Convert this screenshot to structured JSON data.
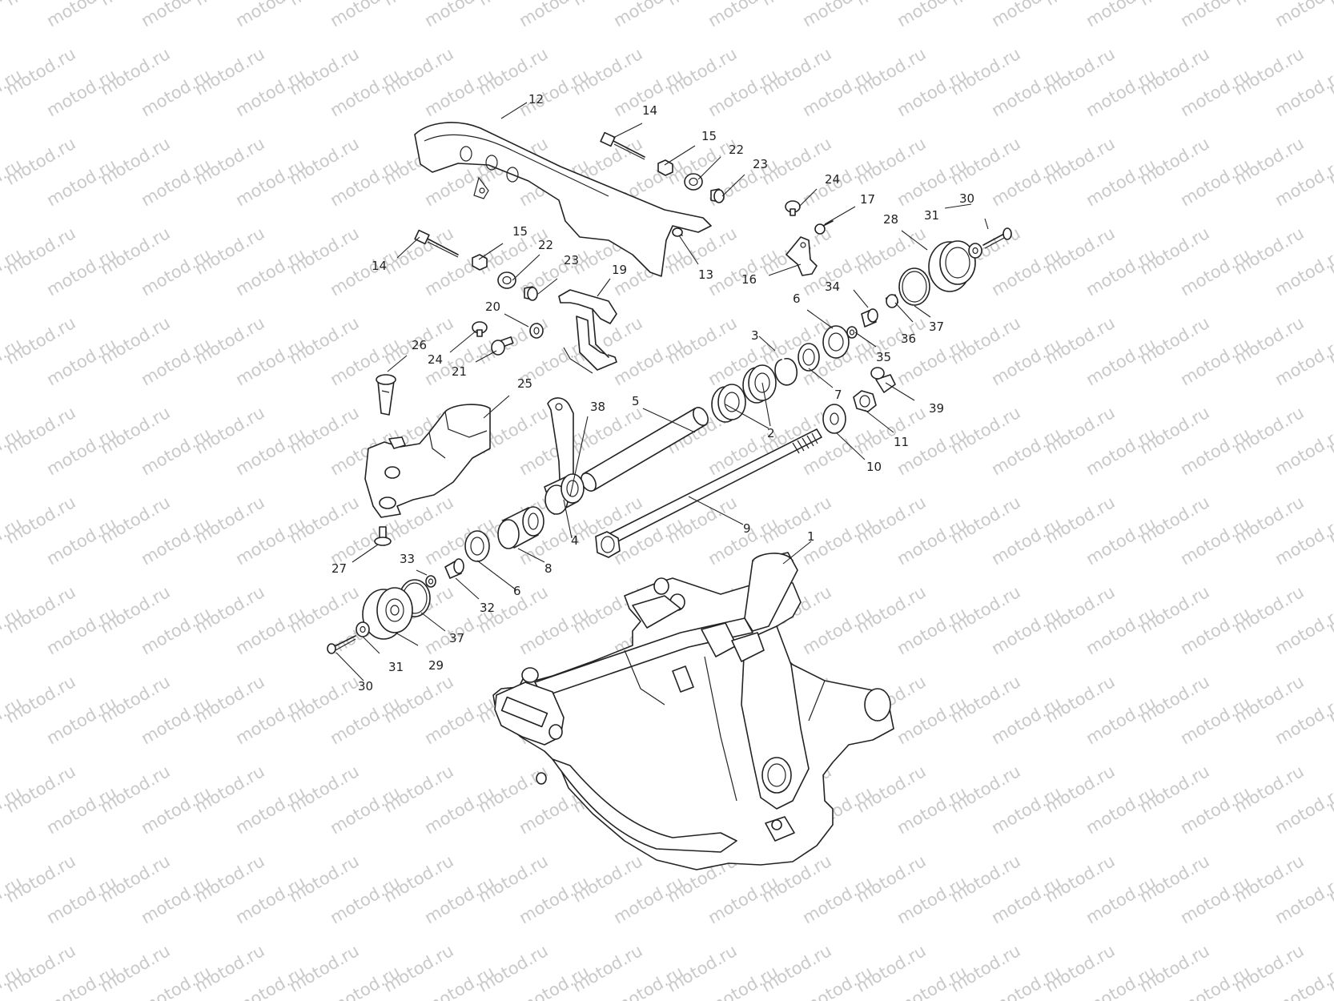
{
  "watermark": "motod.ru",
  "callouts": [
    {
      "id": "c1",
      "text": "1"
    },
    {
      "id": "c2",
      "text": "2"
    },
    {
      "id": "c3",
      "text": "3"
    },
    {
      "id": "c4",
      "text": "4"
    },
    {
      "id": "c5",
      "text": "5"
    },
    {
      "id": "c6a",
      "text": "6"
    },
    {
      "id": "c6b",
      "text": "6"
    },
    {
      "id": "c7",
      "text": "7"
    },
    {
      "id": "c8",
      "text": "8"
    },
    {
      "id": "c9",
      "text": "9"
    },
    {
      "id": "c10",
      "text": "10"
    },
    {
      "id": "c11",
      "text": "11"
    },
    {
      "id": "c12",
      "text": "12"
    },
    {
      "id": "c13",
      "text": "13"
    },
    {
      "id": "c14a",
      "text": "14"
    },
    {
      "id": "c14b",
      "text": "14"
    },
    {
      "id": "c15a",
      "text": "15"
    },
    {
      "id": "c15b",
      "text": "15"
    },
    {
      "id": "c16",
      "text": "16"
    },
    {
      "id": "c17",
      "text": "17"
    },
    {
      "id": "c19",
      "text": "19"
    },
    {
      "id": "c20",
      "text": "20"
    },
    {
      "id": "c21",
      "text": "21"
    },
    {
      "id": "c22a",
      "text": "22"
    },
    {
      "id": "c22b",
      "text": "22"
    },
    {
      "id": "c23a",
      "text": "23"
    },
    {
      "id": "c23b",
      "text": "23"
    },
    {
      "id": "c24a",
      "text": "24"
    },
    {
      "id": "c24b",
      "text": "24"
    },
    {
      "id": "c25",
      "text": "25"
    },
    {
      "id": "c26",
      "text": "26"
    },
    {
      "id": "c27",
      "text": "27"
    },
    {
      "id": "c28",
      "text": "28"
    },
    {
      "id": "c29",
      "text": "29"
    },
    {
      "id": "c30a",
      "text": "30"
    },
    {
      "id": "c30b",
      "text": "30"
    },
    {
      "id": "c31a",
      "text": "31"
    },
    {
      "id": "c31b",
      "text": "31"
    },
    {
      "id": "c32",
      "text": "32"
    },
    {
      "id": "c33",
      "text": "33"
    },
    {
      "id": "c34",
      "text": "34"
    },
    {
      "id": "c35",
      "text": "35"
    },
    {
      "id": "c36",
      "text": "36"
    },
    {
      "id": "c37a",
      "text": "37"
    },
    {
      "id": "c37b",
      "text": "37"
    },
    {
      "id": "c38",
      "text": "38"
    },
    {
      "id": "c39",
      "text": "39"
    }
  ]
}
